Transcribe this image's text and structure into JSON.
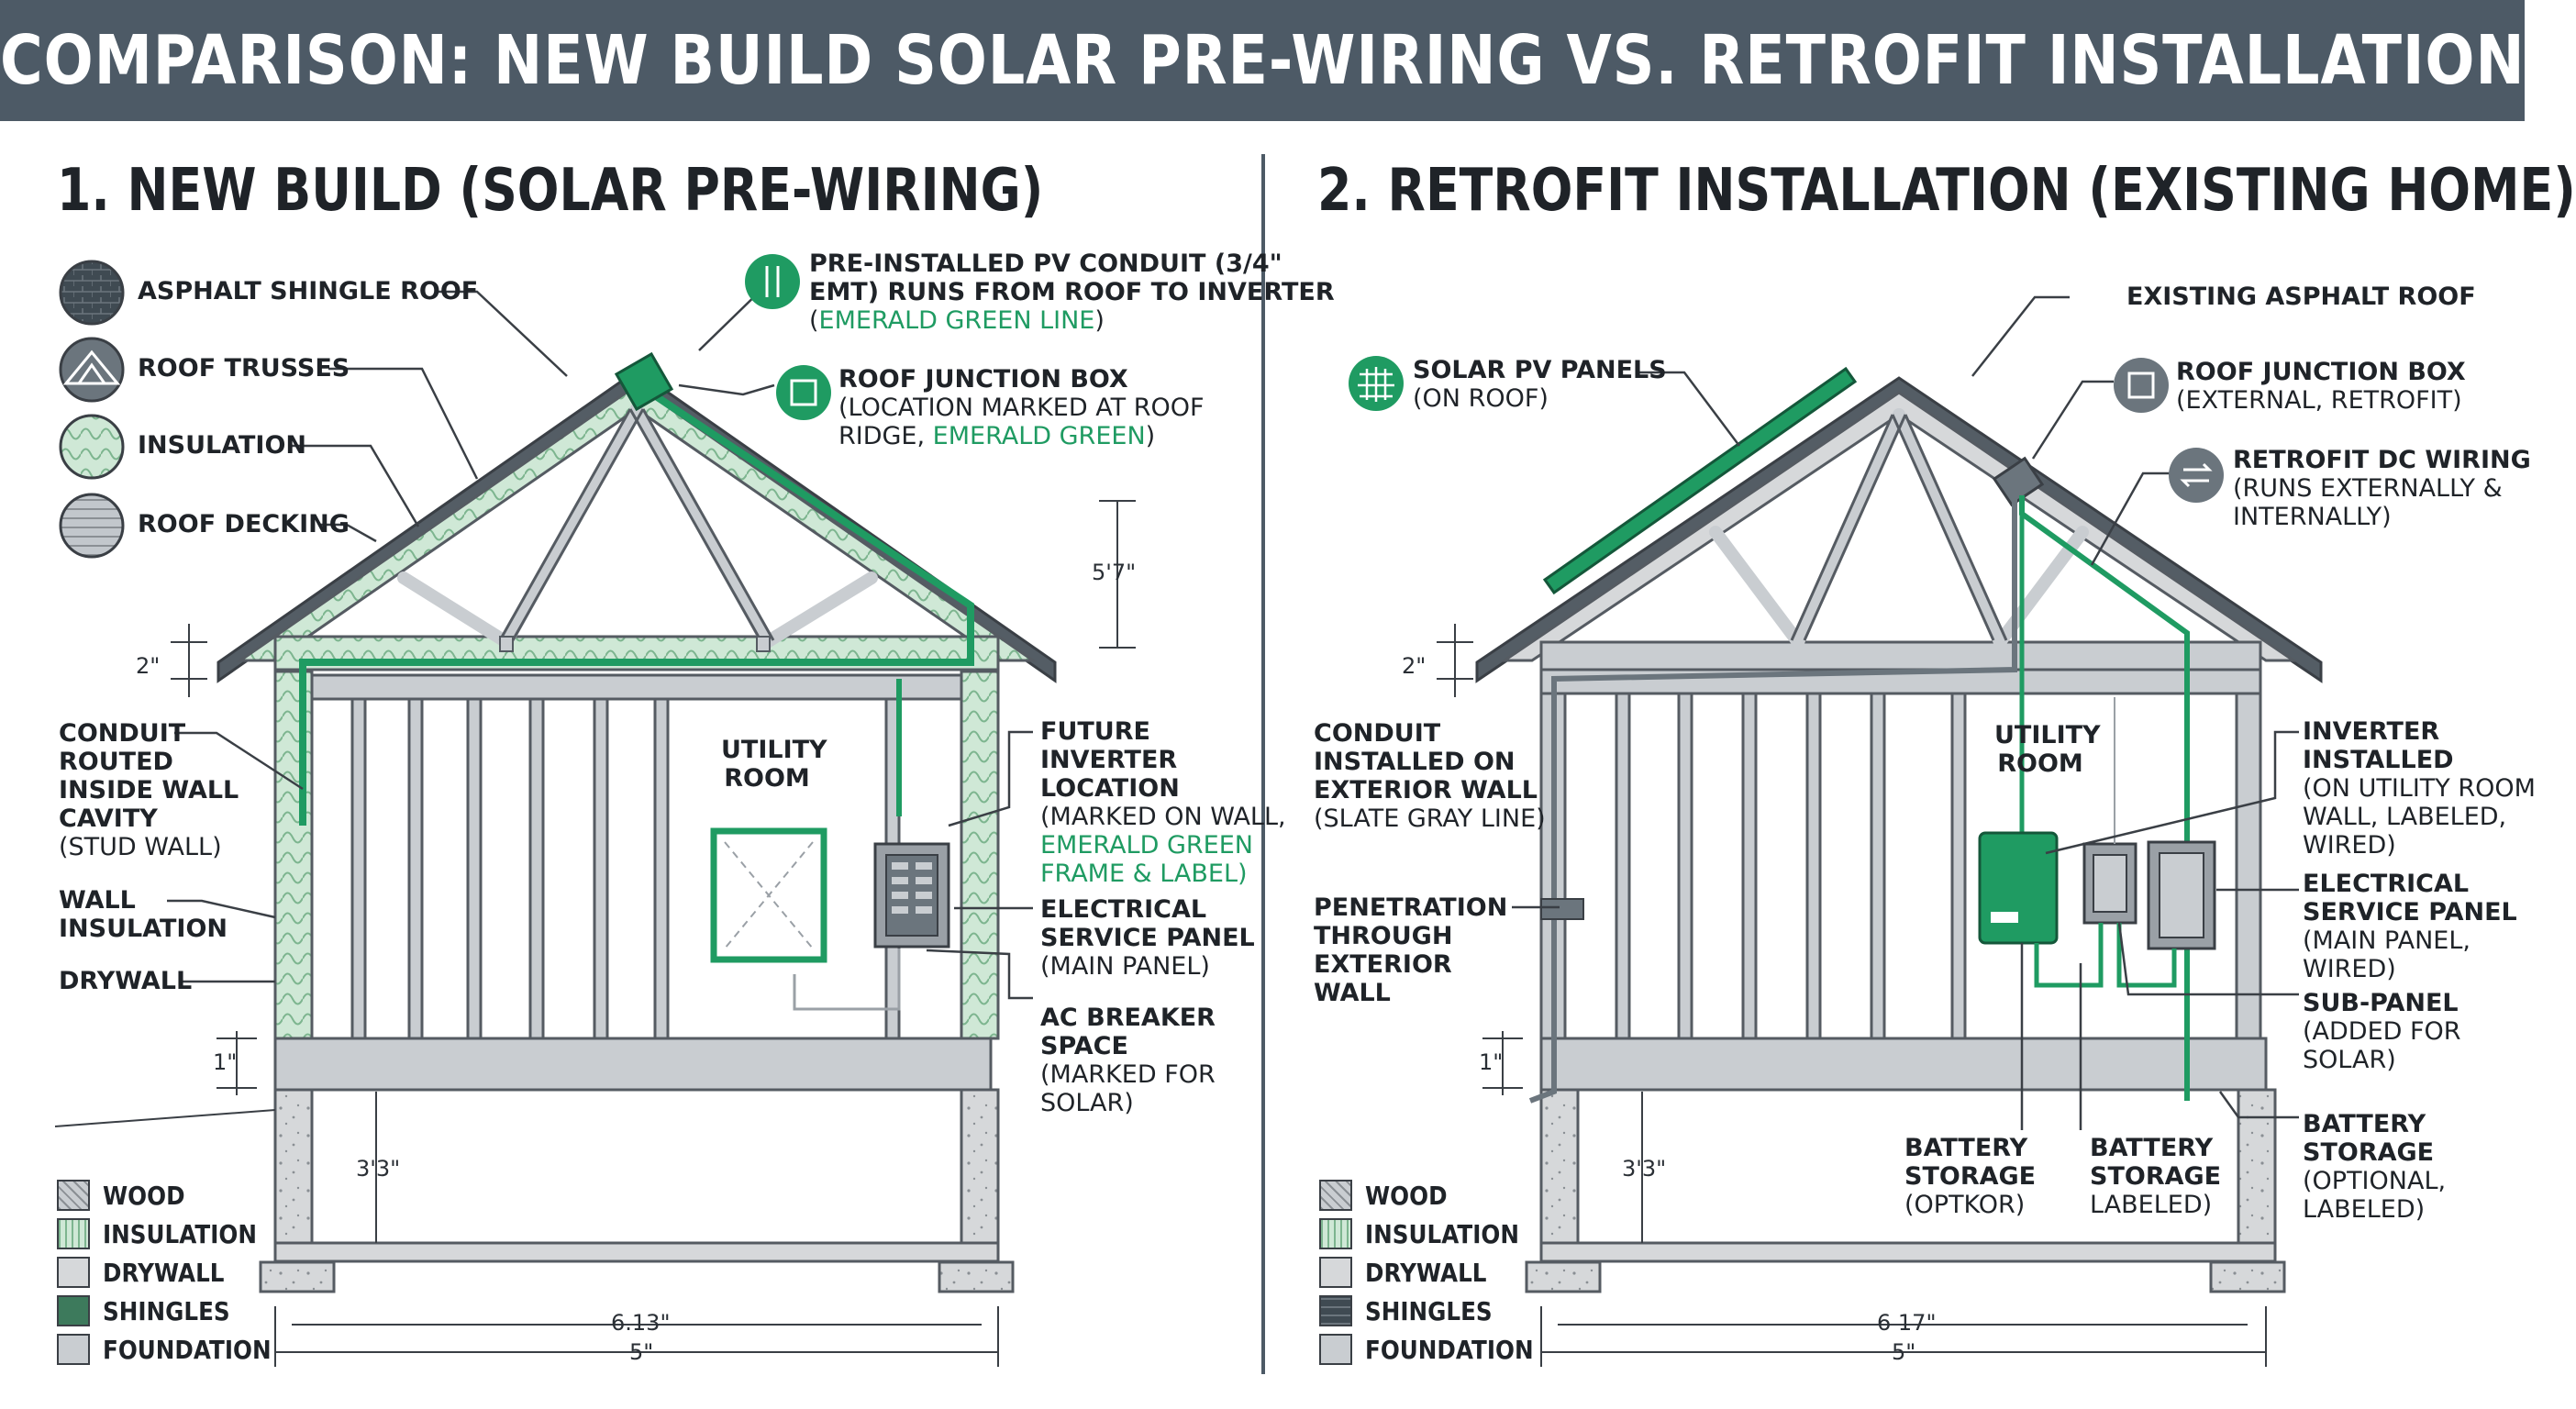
{
  "header": {
    "title": "COMPARISON: NEW BUILD SOLAR PRE-WIRING VS. RETROFIT INSTALLATION"
  },
  "colors": {
    "header_bg": "#4d5a66",
    "accent_green": "#1f9b62",
    "frame_gray": "#c9cdd1",
    "outline": "#555b62"
  },
  "new_build": {
    "title": "1. NEW BUILD (SOLAR PRE-WIRING)",
    "icon_labels": [
      {
        "icon": "shingle-icon",
        "text": "ASPHALT SHINGLE ROOF"
      },
      {
        "icon": "truss-icon",
        "text": "ROOF TRUSSES"
      },
      {
        "icon": "insulation-icon",
        "text": "INSULATION"
      },
      {
        "icon": "decking-icon",
        "text": "ROOF DECKING"
      }
    ],
    "conduit_callout": {
      "icon": "conduit-icon",
      "line1": "PRE-INSTALLED PV CONDUIT (3/4\"",
      "line2": "EMT) RUNS FROM ROOF TO INVERTER",
      "green_note": "EMERALD GREEN LINE"
    },
    "junction_callout": {
      "icon": "junction-box-icon",
      "title": "ROOF JUNCTION BOX",
      "line1": "(LOCATION MARKED AT ROOF",
      "line2_prefix": "RIDGE, ",
      "line2_green": "EMERALD GREEN"
    },
    "left_labels": {
      "conduit": {
        "title1": "CONDUIT",
        "title2": "ROUTED",
        "title3": "INSIDE WALL",
        "title4": "CAVITY",
        "note": "(STUD WALL)"
      },
      "wall_insulation": {
        "title1": "WALL",
        "title2": "INSULATION"
      },
      "drywall": "DRYWALL"
    },
    "room_label": {
      "line1": "UTILITY",
      "line2": "ROOM"
    },
    "right_labels": {
      "future_inverter": {
        "title1": "FUTURE",
        "title2": "INVERTER",
        "title3": "LOCATION",
        "note1": "(MARKED ON WALL,",
        "note2": "EMERALD GREEN",
        "note3": "FRAME & LABEL)"
      },
      "service_panel": {
        "title1": "ELECTRICAL",
        "title2": "SERVICE PANEL",
        "note": "(MAIN PANEL)"
      },
      "ac_breaker": {
        "title1": "AC BREAKER",
        "title2": "SPACE",
        "note1": "(MARKED FOR",
        "note2": "SOLAR)"
      }
    },
    "dimensions": {
      "roof_height": "5'7\"",
      "eave": "2\"",
      "floor": "1\"",
      "crawl": "3'3\"",
      "width_inner": "6.13\"",
      "width_outer": "5\""
    }
  },
  "retrofit": {
    "title": "2. RETROFIT INSTALLATION (EXISTING HOME)",
    "solar_panels": {
      "icon": "solar-panel-icon",
      "title": "SOLAR PV PANELS",
      "note": "(ON ROOF)"
    },
    "existing_roof": "EXISTING ASPHALT ROOF",
    "junction_box": {
      "icon": "junction-box-icon",
      "title": "ROOF JUNCTION BOX",
      "note": "(EXTERNAL, RETROFIT)"
    },
    "dc_wiring": {
      "icon": "arrows-icon",
      "title": "RETROFIT DC WIRING",
      "note1": "(RUNS EXTERNALLY &",
      "note2": "INTERNALLY)"
    },
    "left_labels": {
      "conduit": {
        "title1": "CONDUIT",
        "title2": "INSTALLED ON",
        "title3": "EXTERIOR WALL",
        "note": "(SLATE GRAY LINE)"
      },
      "penetration": {
        "title1": "PENETRATION",
        "title2": "THROUGH",
        "title3": "EXTERIOR",
        "title4": "WALL"
      }
    },
    "room_label": {
      "line1": "UTILITY",
      "line2": "ROOM"
    },
    "right_labels": {
      "inverter": {
        "title1": "INVERTER",
        "title2": "INSTALLED",
        "note1": "(ON UTILITY ROOM",
        "note2": "WALL, LABELED,",
        "note3": "WIRED)"
      },
      "service_panel": {
        "title1": "ELECTRICAL",
        "title2": "SERVICE PANEL",
        "note1": "(MAIN PANEL,",
        "note2": "WIRED)"
      },
      "sub_panel": {
        "title1": "SUB-PANEL",
        "note1": "(ADDED FOR",
        "note2": "SOLAR)"
      },
      "battery_right": {
        "title1": "BATTERY",
        "title2": "STORAGE",
        "note1": "(OPTIONAL,",
        "note2": "LABELED)"
      }
    },
    "bottom_labels": {
      "battery_a": {
        "title1": "BATTERY",
        "title2": "STORAGE",
        "note": "(OPTKOR)"
      },
      "battery_b": {
        "title1": "BATTERY",
        "title2": "STORAGE",
        "note": "LABELED)"
      }
    },
    "dimensions": {
      "eave": "2\"",
      "floor": "1\"",
      "crawl": "3'3\"",
      "width_inner": "6 17\"",
      "width_outer": "5\""
    }
  },
  "legend": [
    "WOOD",
    "INSULATION",
    "DRYWALL",
    "SHINGLES",
    "FOUNDATION"
  ]
}
